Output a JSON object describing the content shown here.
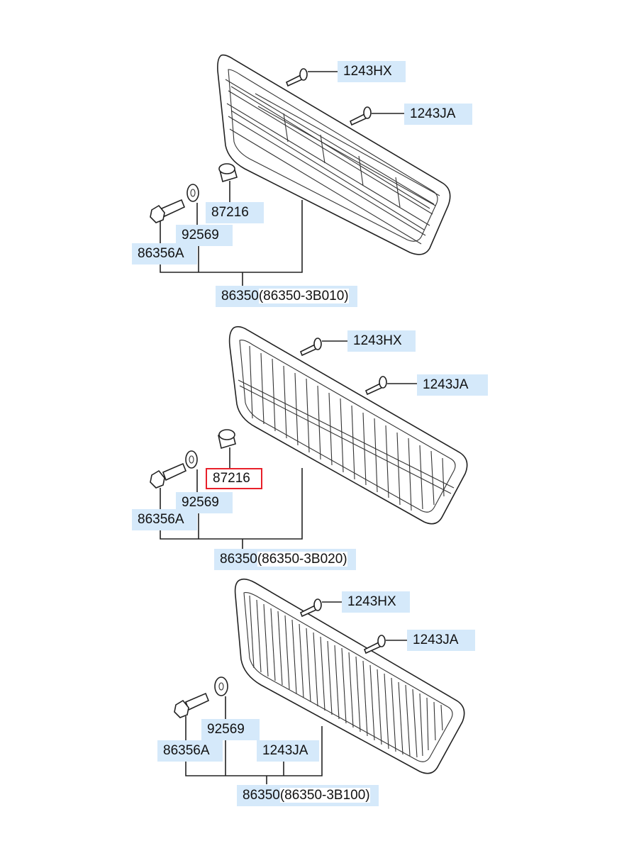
{
  "diagram": {
    "groups": [
      {
        "id": "group-1",
        "labels": {
          "screw_hx": "1243HX",
          "screw_ja": "1243JA",
          "nut": "87216",
          "washer": "92569",
          "bolt": "86356A",
          "assembly": "86350",
          "assembly_suffix": "(86350-3B010)"
        }
      },
      {
        "id": "group-2",
        "labels": {
          "screw_hx": "1243HX",
          "screw_ja": "1243JA",
          "nut": "87216",
          "washer": "92569",
          "bolt": "86356A",
          "assembly": "86350",
          "assembly_suffix": "(86350-3B020)"
        },
        "selected_label": "nut"
      },
      {
        "id": "group-3",
        "labels": {
          "screw_hx": "1243HX",
          "screw_ja": "1243JA",
          "washer": "92569",
          "bolt": "86356A",
          "clip": "1243JA",
          "assembly": "86350",
          "assembly_suffix": "(86350-3B100)"
        }
      }
    ],
    "colors": {
      "label_bg": "#d5e9fa",
      "highlight": "#e8202a",
      "line": "#222222"
    }
  }
}
